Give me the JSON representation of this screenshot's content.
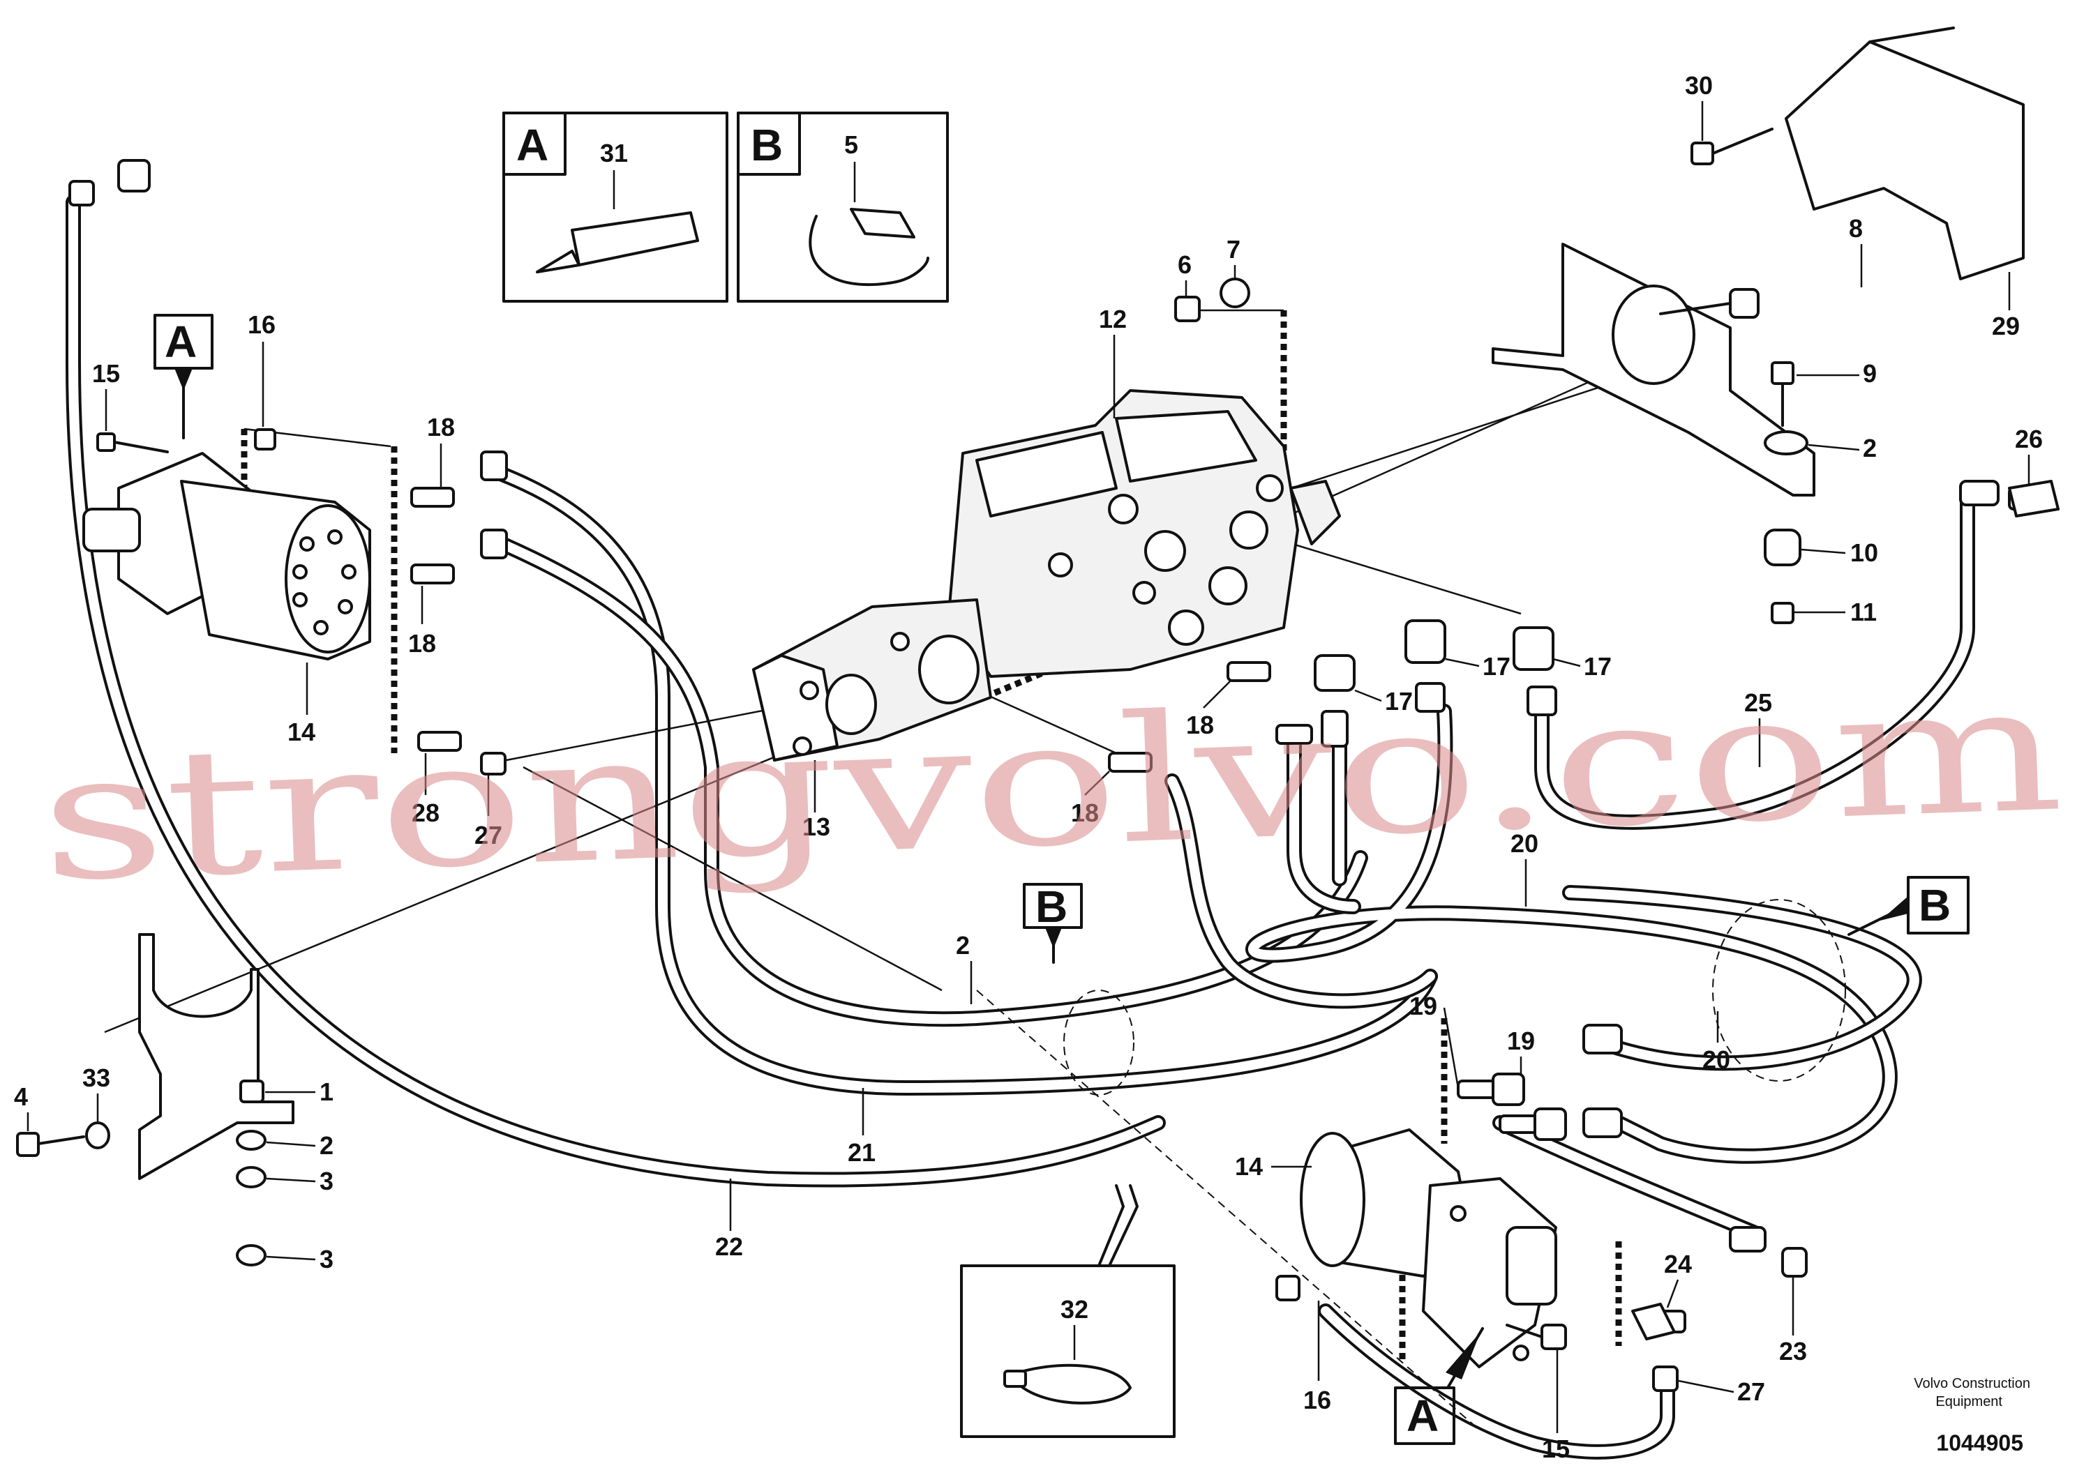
{
  "watermark": "strongvolvo.com",
  "footer": {
    "brand_line1": "Volvo Construction",
    "brand_line2": "Equipment",
    "drawing_number": "1044905"
  },
  "detail_boxes": {
    "a_letter": "A",
    "a_part": "31",
    "b_letter": "B",
    "b_part": "5",
    "c_part": "32"
  },
  "view_markers": {
    "a_left": "A",
    "a_bottom": "A",
    "b_right": "B",
    "b_mid": "B"
  },
  "callouts": {
    "c1": "1",
    "c2a": "2",
    "c2b": "2",
    "c2c": "2",
    "c3a": "3",
    "c3b": "3",
    "c4": "4",
    "c5": "5",
    "c6": "6",
    "c7": "7",
    "c8": "8",
    "c9": "9",
    "c10": "10",
    "c11": "11",
    "c12": "12",
    "c13": "13",
    "c14a": "14",
    "c14b": "14",
    "c15a": "15",
    "c15b": "15",
    "c16a": "16",
    "c16b": "16",
    "c17a": "17",
    "c17b": "17",
    "c17c": "17",
    "c18a": "18",
    "c18b": "18",
    "c18c": "18",
    "c18d": "18",
    "c19a": "19",
    "c19b": "19",
    "c20a": "20",
    "c20b": "20",
    "c21": "21",
    "c22": "22",
    "c23": "23",
    "c24": "24",
    "c25": "25",
    "c26": "26",
    "c27a": "27",
    "c27b": "27",
    "c28": "28",
    "c29": "29",
    "c30": "30",
    "c33": "33"
  }
}
